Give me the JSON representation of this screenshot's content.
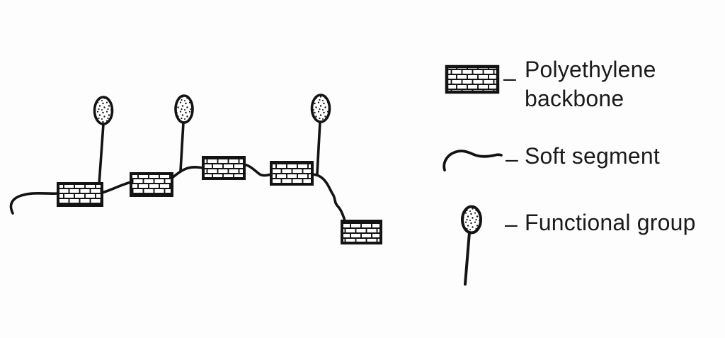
{
  "canvas": {
    "background": "#fdfdfd",
    "line_color": "#131313",
    "text_color": "#1b1b1b"
  },
  "diagram": {
    "name": "functionalized-polyethylene-polymer-chain",
    "backbone_block_count": 5,
    "functional_group_count": 3,
    "soft_segment_links": 5
  },
  "legend": {
    "separator": "–",
    "items": [
      {
        "icon": "brick-block-icon",
        "label": "Polyethylene backbone"
      },
      {
        "icon": "squiggle-line-icon",
        "label": "Soft segment"
      },
      {
        "icon": "functional-group-icon",
        "label": "Functional group"
      }
    ]
  }
}
